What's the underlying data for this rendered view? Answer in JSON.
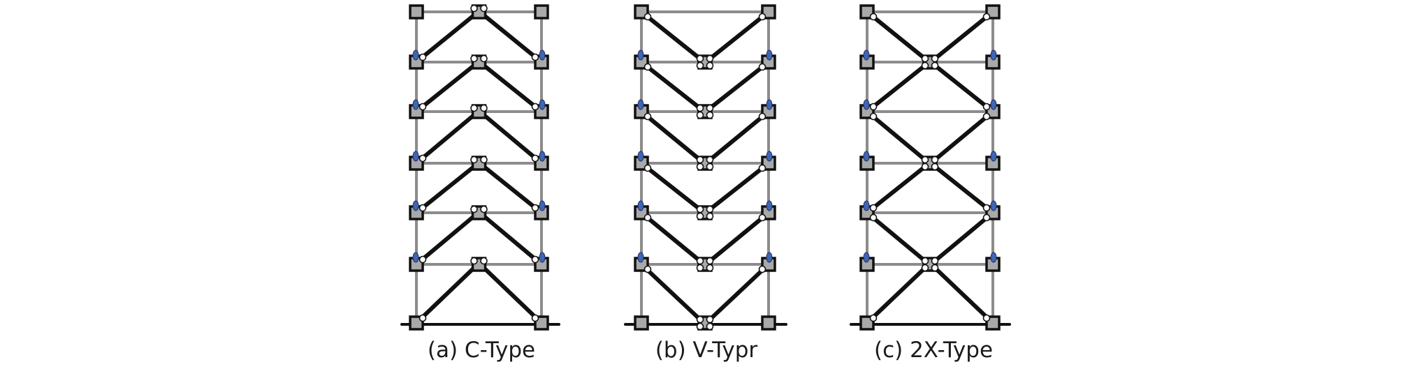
{
  "frames": [
    {
      "id": "c-type",
      "caption": "(a) C-Type",
      "pattern": "chevron-up"
    },
    {
      "id": "v-type",
      "caption": "(b) V-Typr",
      "pattern": "chevron-down"
    },
    {
      "id": "2x-type",
      "caption": "(c) 2X-Type",
      "pattern": "x-two-story"
    }
  ],
  "stories": 6,
  "colors": {
    "member_light": "#8c8c8c",
    "brace": "#111111",
    "node_fill": "#a9a9a9",
    "node_stroke": "#111111",
    "plastic_hinge": "#3f66b3",
    "pin_joint": "#ffffff",
    "ground": "#111111"
  }
}
